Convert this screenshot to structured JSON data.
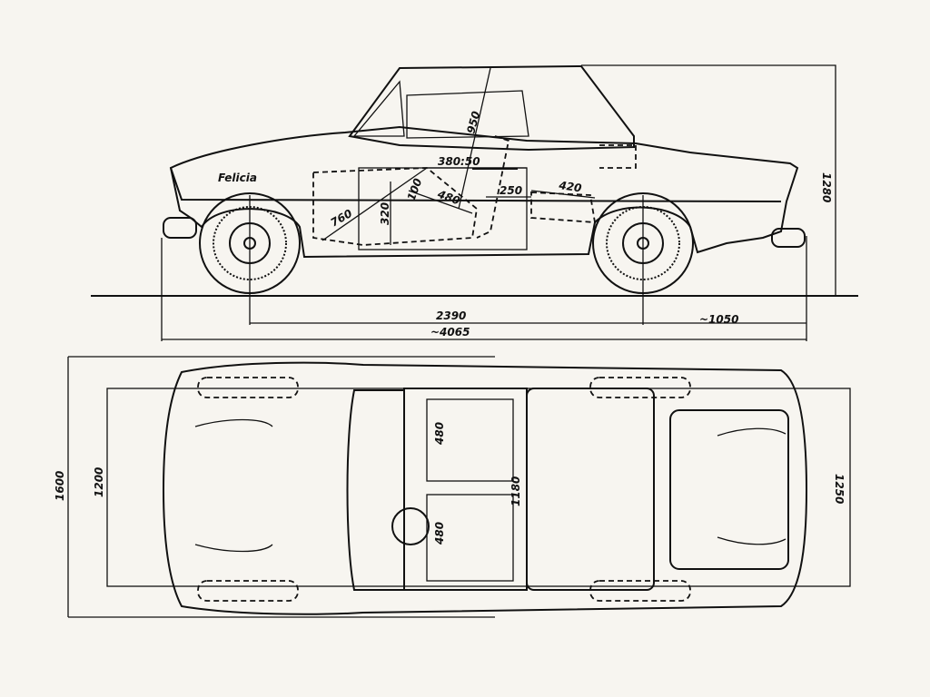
{
  "side_view": {
    "dimensions": {
      "height": "1280",
      "seat_to_roof": "950",
      "seat_angle": "380:50",
      "seat_depth": "480",
      "seat_height": "100",
      "knee": "250",
      "legroom": "420",
      "pedal_reach": "760",
      "floor_to_seat": "320",
      "wheelbase": "2390",
      "rear_overhang": "~1050",
      "overall_length": "~4065"
    },
    "badge_script": "Felicia"
  },
  "top_view": {
    "dimensions": {
      "overall_width": "1600",
      "front_track": "1200",
      "rear_seat_depth": "480",
      "cabin_width": "1180",
      "front_seat_depth": "480",
      "rear_track": "1250"
    }
  }
}
